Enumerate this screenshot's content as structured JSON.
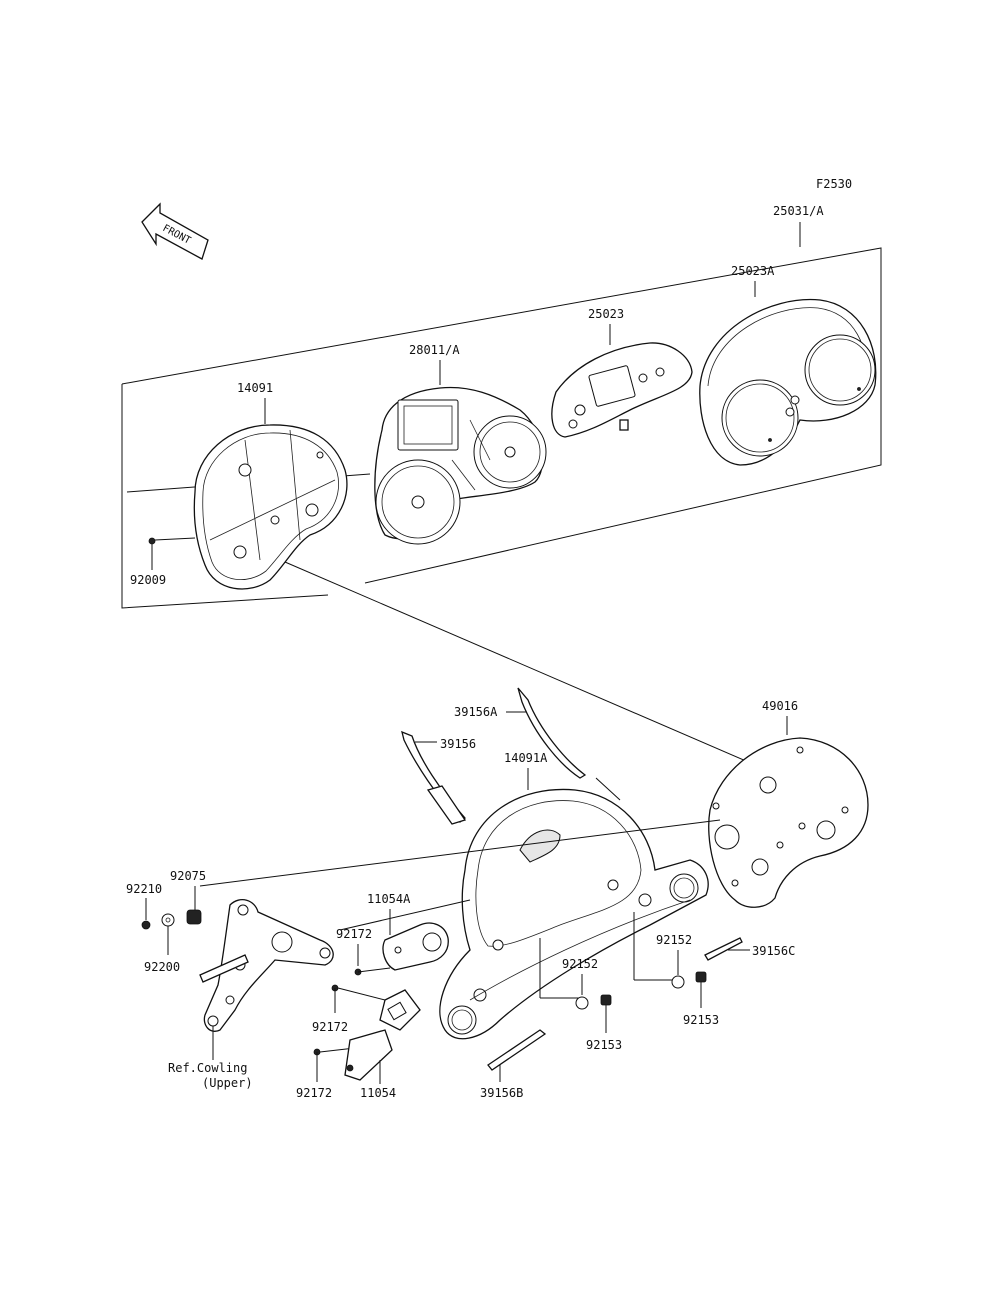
{
  "figure_code": "F2530",
  "front_marker": "FRONT",
  "labels": {
    "assy": "25031/A",
    "case_upper": "25023A",
    "cover": "25023",
    "meter": "28011/A",
    "case_lower": "14091",
    "screw_a": "92009",
    "gasket": "49016",
    "bracket_a": "39156A",
    "bracket": "39156",
    "cover_lower": "14091A",
    "stay_a": "11054A",
    "nut": "92210",
    "damper": "92075",
    "washer": "92200",
    "screw_1": "92172",
    "screw_2": "92172",
    "screw_3": "92172",
    "stay": "11054",
    "collar_1": "92152",
    "collar_2": "92152",
    "bolt_1": "92153",
    "bolt_2": "92153",
    "bracket_b": "39156B",
    "bracket_c": "39156C",
    "ref_line1": "Ref.Cowling",
    "ref_line2": "(Upper)"
  }
}
